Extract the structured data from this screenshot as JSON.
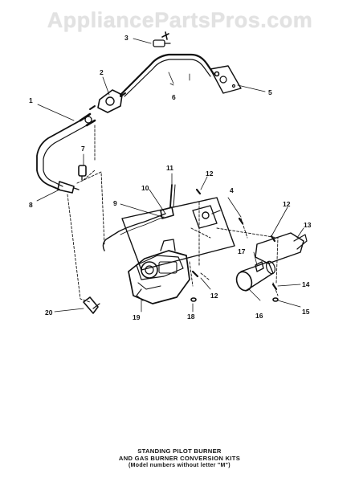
{
  "watermark": "AppliancePartsPros.com",
  "callouts": {
    "c1": "1",
    "c2": "2",
    "c3": "3",
    "c4": "4",
    "c5": "5",
    "c6": "6",
    "c7": "7",
    "c8": "8",
    "c9": "9",
    "c10": "10",
    "c11": "11",
    "c12a": "12",
    "c12b": "12",
    "c12c": "12",
    "c13": "13",
    "c14": "14",
    "c15": "15",
    "c16": "16",
    "c17": "17",
    "c18": "18",
    "c19": "19",
    "c20": "20"
  },
  "caption": {
    "line1": "STANDING PILOT BURNER",
    "line2": "AND GAS BURNER CONVERSION KITS",
    "line3": "(Model numbers without letter \"M\")"
  }
}
